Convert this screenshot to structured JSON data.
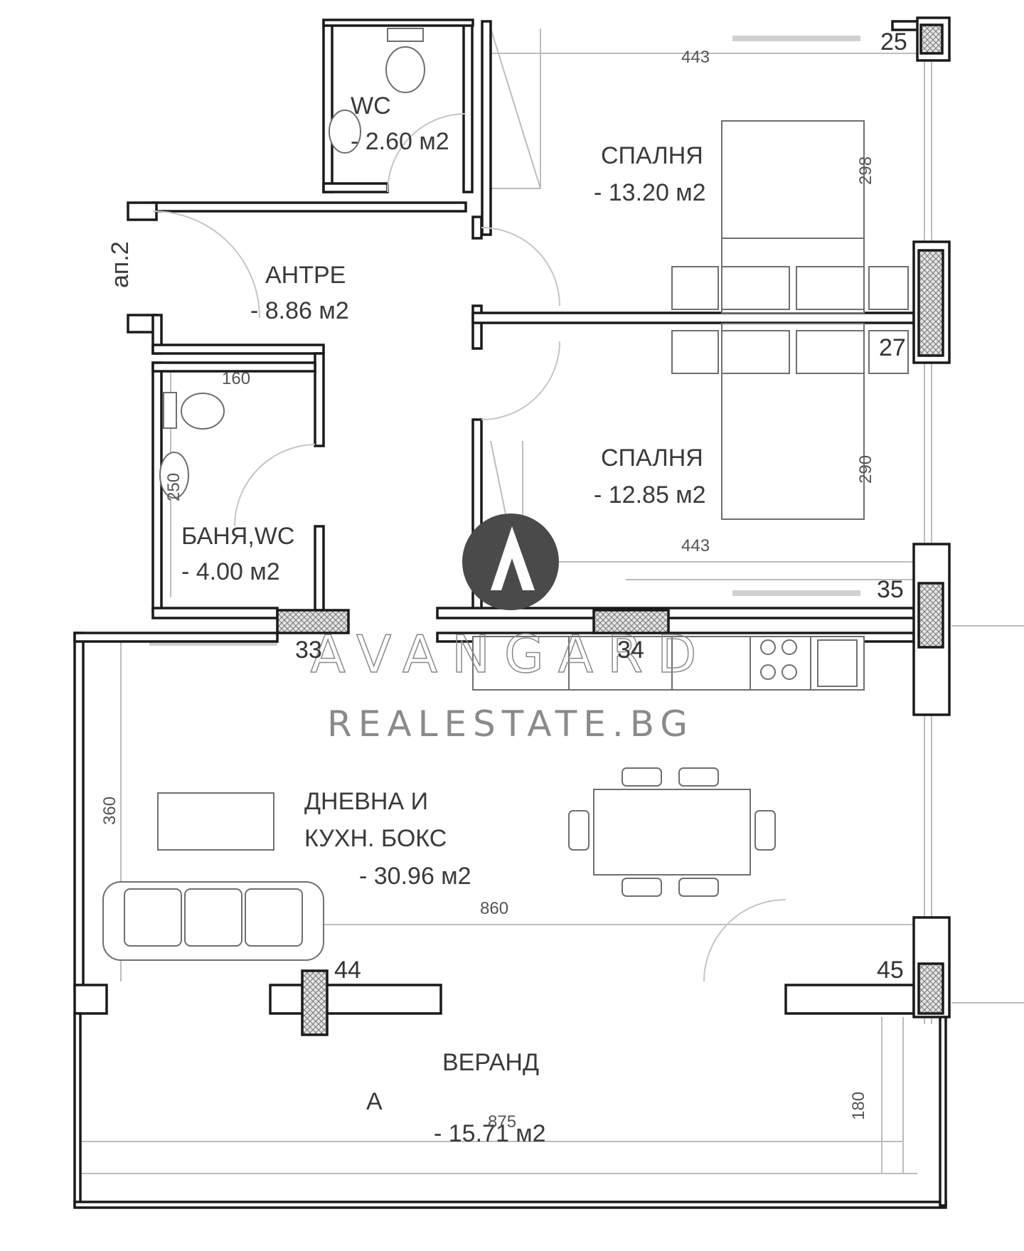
{
  "rooms": {
    "wc": {
      "name": "WC",
      "area": "- 2.60 м2"
    },
    "bedroom1": {
      "name": "СПАЛНЯ",
      "area": "- 13.20 м2"
    },
    "hall": {
      "name": "АНТРЕ",
      "area": "- 8.86 м2"
    },
    "bathroom": {
      "name": "БАНЯ,WC",
      "area": "- 4.00 м2"
    },
    "bedroom2": {
      "name": "СПАЛНЯ",
      "area": "- 12.85 м2"
    },
    "living": {
      "name_line1": "ДНЕВНА И",
      "name_line2": "КУХН. БОКС",
      "area": "- 30.96 м2"
    },
    "veranda": {
      "name": "ВЕРАНД",
      "name_suffix": "А",
      "area": "- 15.71 м2"
    }
  },
  "apartment_label": "ап.2",
  "dimensions": {
    "bed1_width": "443",
    "bed1_height": "298",
    "bath_width": "160",
    "bath_height": "250",
    "bed2_height": "290",
    "bed2_width": "443",
    "living_height": "360",
    "living_width": "860",
    "veranda_width": "875",
    "veranda_height": "180"
  },
  "column_numbers": {
    "c25": "25",
    "c27": "27",
    "c33": "33",
    "c34": "34",
    "c35": "35",
    "c44": "44",
    "c45": "45"
  },
  "watermark": {
    "brand": "AVANGARD",
    "domain": "REALESTATE.BG"
  }
}
